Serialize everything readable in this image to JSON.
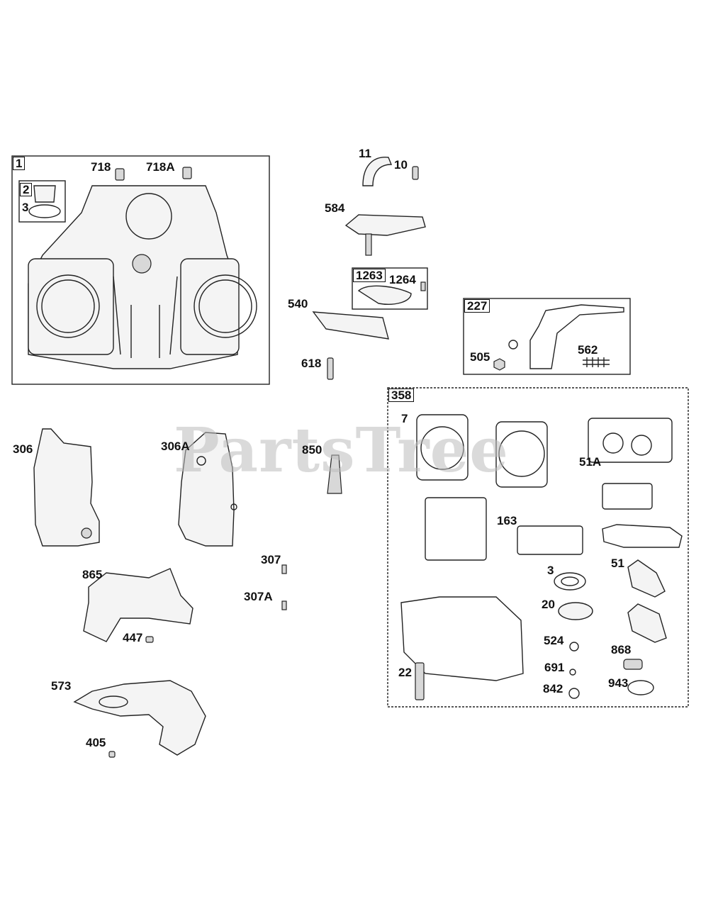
{
  "watermark": "PartsTree",
  "groups": [
    {
      "id": "1",
      "label": "1"
    },
    {
      "id": "1263",
      "label": "1263"
    },
    {
      "id": "227",
      "label": "227"
    },
    {
      "id": "358",
      "label": "358"
    }
  ],
  "callouts": {
    "p718": "718",
    "p718a": "718A",
    "p2": "2",
    "p3a": "3",
    "p11": "11",
    "p10": "10",
    "p584": "584",
    "p1264": "1264",
    "p540": "540",
    "p618": "618",
    "p505": "505",
    "p562": "562",
    "p7": "7",
    "p51a": "51A",
    "p306": "306",
    "p306a": "306A",
    "p850": "850",
    "p163": "163",
    "p307": "307",
    "p307a": "307A",
    "p865": "865",
    "p447": "447",
    "p3b": "3",
    "p51": "51",
    "p20": "20",
    "p524": "524",
    "p868": "868",
    "p22": "22",
    "p691": "691",
    "p842": "842",
    "p943": "943",
    "p573": "573",
    "p405": "405"
  }
}
